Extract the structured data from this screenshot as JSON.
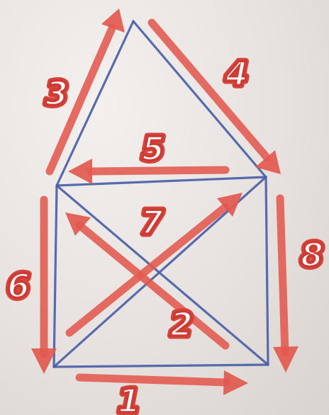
{
  "diagram": {
    "steps": [
      {
        "label": "1"
      },
      {
        "label": "2"
      },
      {
        "label": "3"
      },
      {
        "label": "4"
      },
      {
        "label": "5"
      },
      {
        "label": "6"
      },
      {
        "label": "7"
      },
      {
        "label": "8"
      }
    ],
    "colors": {
      "edge": "#4b5fa8",
      "arrow": "#e2594e",
      "label": "#d6453c",
      "paper": "#ece8e5"
    }
  }
}
